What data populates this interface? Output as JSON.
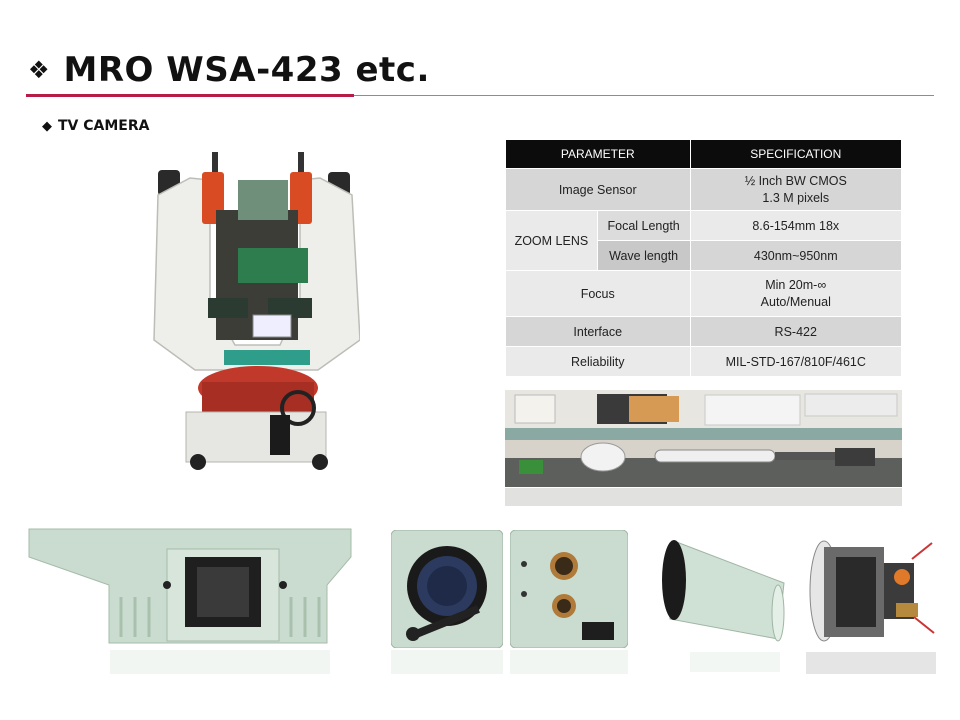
{
  "header": {
    "title": "MRO WSA-423 etc.",
    "subtitle": "TV CAMERA"
  },
  "spec_table": {
    "headers": [
      "PARAMETER",
      "SPECIFICATION"
    ],
    "rows": {
      "image_sensor": {
        "param": "Image Sensor",
        "value_line1": "½ Inch BW CMOS",
        "value_line2": "1.3 M pixels"
      },
      "zoom_lens": {
        "group": "ZOOM LENS",
        "focal": {
          "param": "Focal Length",
          "value": "8.6-154mm 18x"
        },
        "wave": {
          "param": "Wave length",
          "value": "430nm~950nm"
        }
      },
      "focus": {
        "param": "Focus",
        "value_line1": "Min 20m-∞",
        "value_line2": "Auto/Menual"
      },
      "interface": {
        "param": "Interface",
        "value": "RS-422"
      },
      "reliability": {
        "param": "Reliability",
        "value": "MIL-STD-167/810F/461C"
      }
    }
  },
  "colors": {
    "accent_red": "#b71c47",
    "accent_blue": "#4aa3c8",
    "table_header": "#0c0c0c"
  }
}
